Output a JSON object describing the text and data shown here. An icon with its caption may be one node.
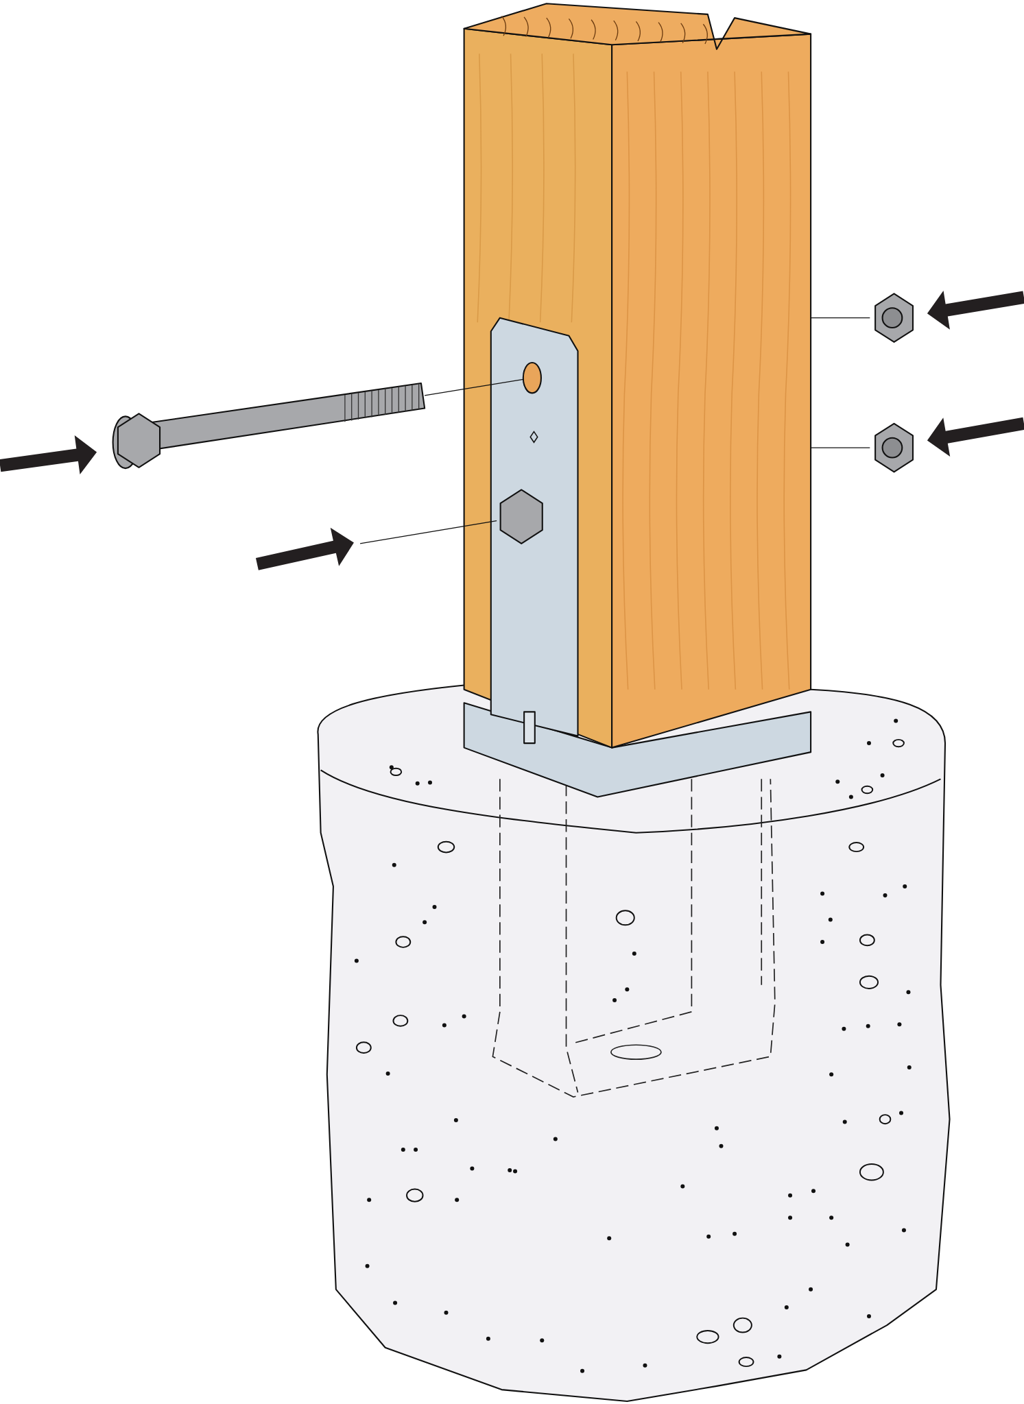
{
  "diagram": {
    "nodes": [
      {
        "text": [],
        "shape": "picture"
      },
      {
        "text": [],
        "shape": "picture"
      },
      {
        "text": [],
        "shape": "picture"
      },
      {
        "text": [],
        "shape": "picture"
      },
      {
        "text": [],
        "shape": "circle",
        "in": 1
      },
      {
        "text": [],
        "shape": "picture"
      },
      {
        "text": [],
        "shape": "picture"
      },
      {
        "text": [],
        "shape": "picture",
        "in": 1
      }
    ],
    "edges": [
      {
        "from": 3,
        "to": 4,
        "arrow": "none"
      },
      {
        "from": 5,
        "to": 0,
        "arrow": "none"
      },
      {
        "from": 6,
        "to": 0,
        "arrow": "none"
      },
      {
        "from": null,
        "to": 7,
        "arrow": "none"
      }
    ]
  }
}
